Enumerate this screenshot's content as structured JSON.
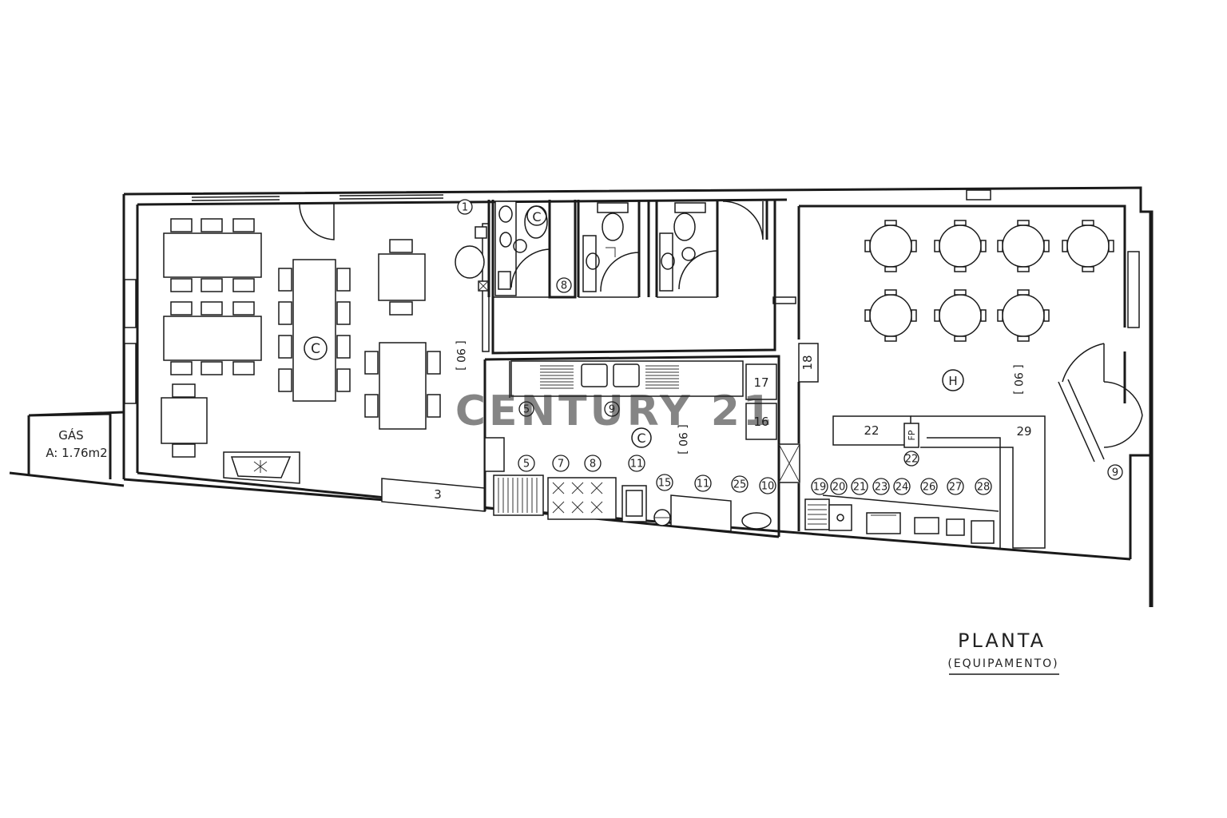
{
  "plan": {
    "title": "PLANTA",
    "subtitle": "(EQUIPAMENTO)",
    "watermark": "CENTURY 21"
  },
  "gas": {
    "label": "GÁS",
    "area": "A: 1.76m2"
  },
  "counters": {
    "label_3": "3",
    "label_16": "16",
    "label_17": "17",
    "label_18": "18",
    "label_22": "22",
    "label_29": "29"
  },
  "dimensions": {
    "dining": "[ 90 ]",
    "kitchen": "[ 90 ]",
    "bar": "[ 90 ]"
  },
  "symbols": {
    "c_dining": "C",
    "c_wc": "C",
    "c_kitchen": "C",
    "h_bar": "H",
    "fp": "FP"
  },
  "markers": [
    {
      "id": "m1",
      "text": "1"
    },
    {
      "id": "m8a",
      "text": "8"
    },
    {
      "id": "m5a",
      "text": "5"
    },
    {
      "id": "m9a",
      "text": "9"
    },
    {
      "id": "m5b",
      "text": "5"
    },
    {
      "id": "m7",
      "text": "7"
    },
    {
      "id": "m8b",
      "text": "8"
    },
    {
      "id": "m11a",
      "text": "11"
    },
    {
      "id": "m15",
      "text": "15"
    },
    {
      "id": "m11b",
      "text": "11"
    },
    {
      "id": "m25",
      "text": "25"
    },
    {
      "id": "m10",
      "text": "10"
    },
    {
      "id": "m19",
      "text": "19"
    },
    {
      "id": "m20",
      "text": "20"
    },
    {
      "id": "m21",
      "text": "21"
    },
    {
      "id": "m23",
      "text": "23"
    },
    {
      "id": "m24",
      "text": "24"
    },
    {
      "id": "m26",
      "text": "26"
    },
    {
      "id": "m27",
      "text": "27"
    },
    {
      "id": "m28",
      "text": "28"
    },
    {
      "id": "m22",
      "text": "22"
    },
    {
      "id": "m9b",
      "text": "9"
    }
  ],
  "colors": {
    "line": "#1a1a1a",
    "watermark": "#cdbf9f",
    "background": "#ffffff"
  }
}
